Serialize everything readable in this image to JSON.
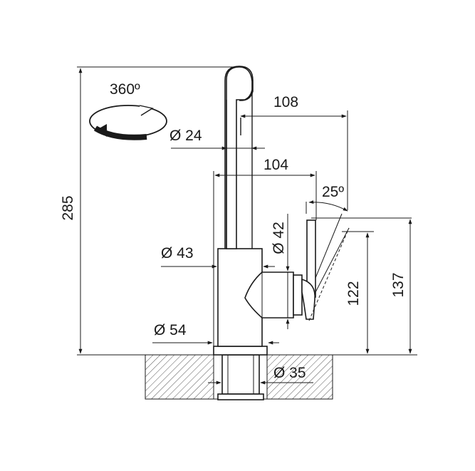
{
  "rotation_label": "360º",
  "dimensions": {
    "total_height": "285",
    "spout_reach": "108",
    "spout_diameter": "Ø 24",
    "lever_reach": "104",
    "lever_angle": "25º",
    "lever_diameter": "Ø 42",
    "body_diameter": "Ø 43",
    "base_diameter": "Ø 54",
    "lever_height": "122",
    "lever_top_height": "137",
    "shank_diameter": "Ø 35"
  },
  "colors": {
    "line": "#1a1a1a",
    "hatch": "#555555",
    "background": "#ffffff"
  }
}
